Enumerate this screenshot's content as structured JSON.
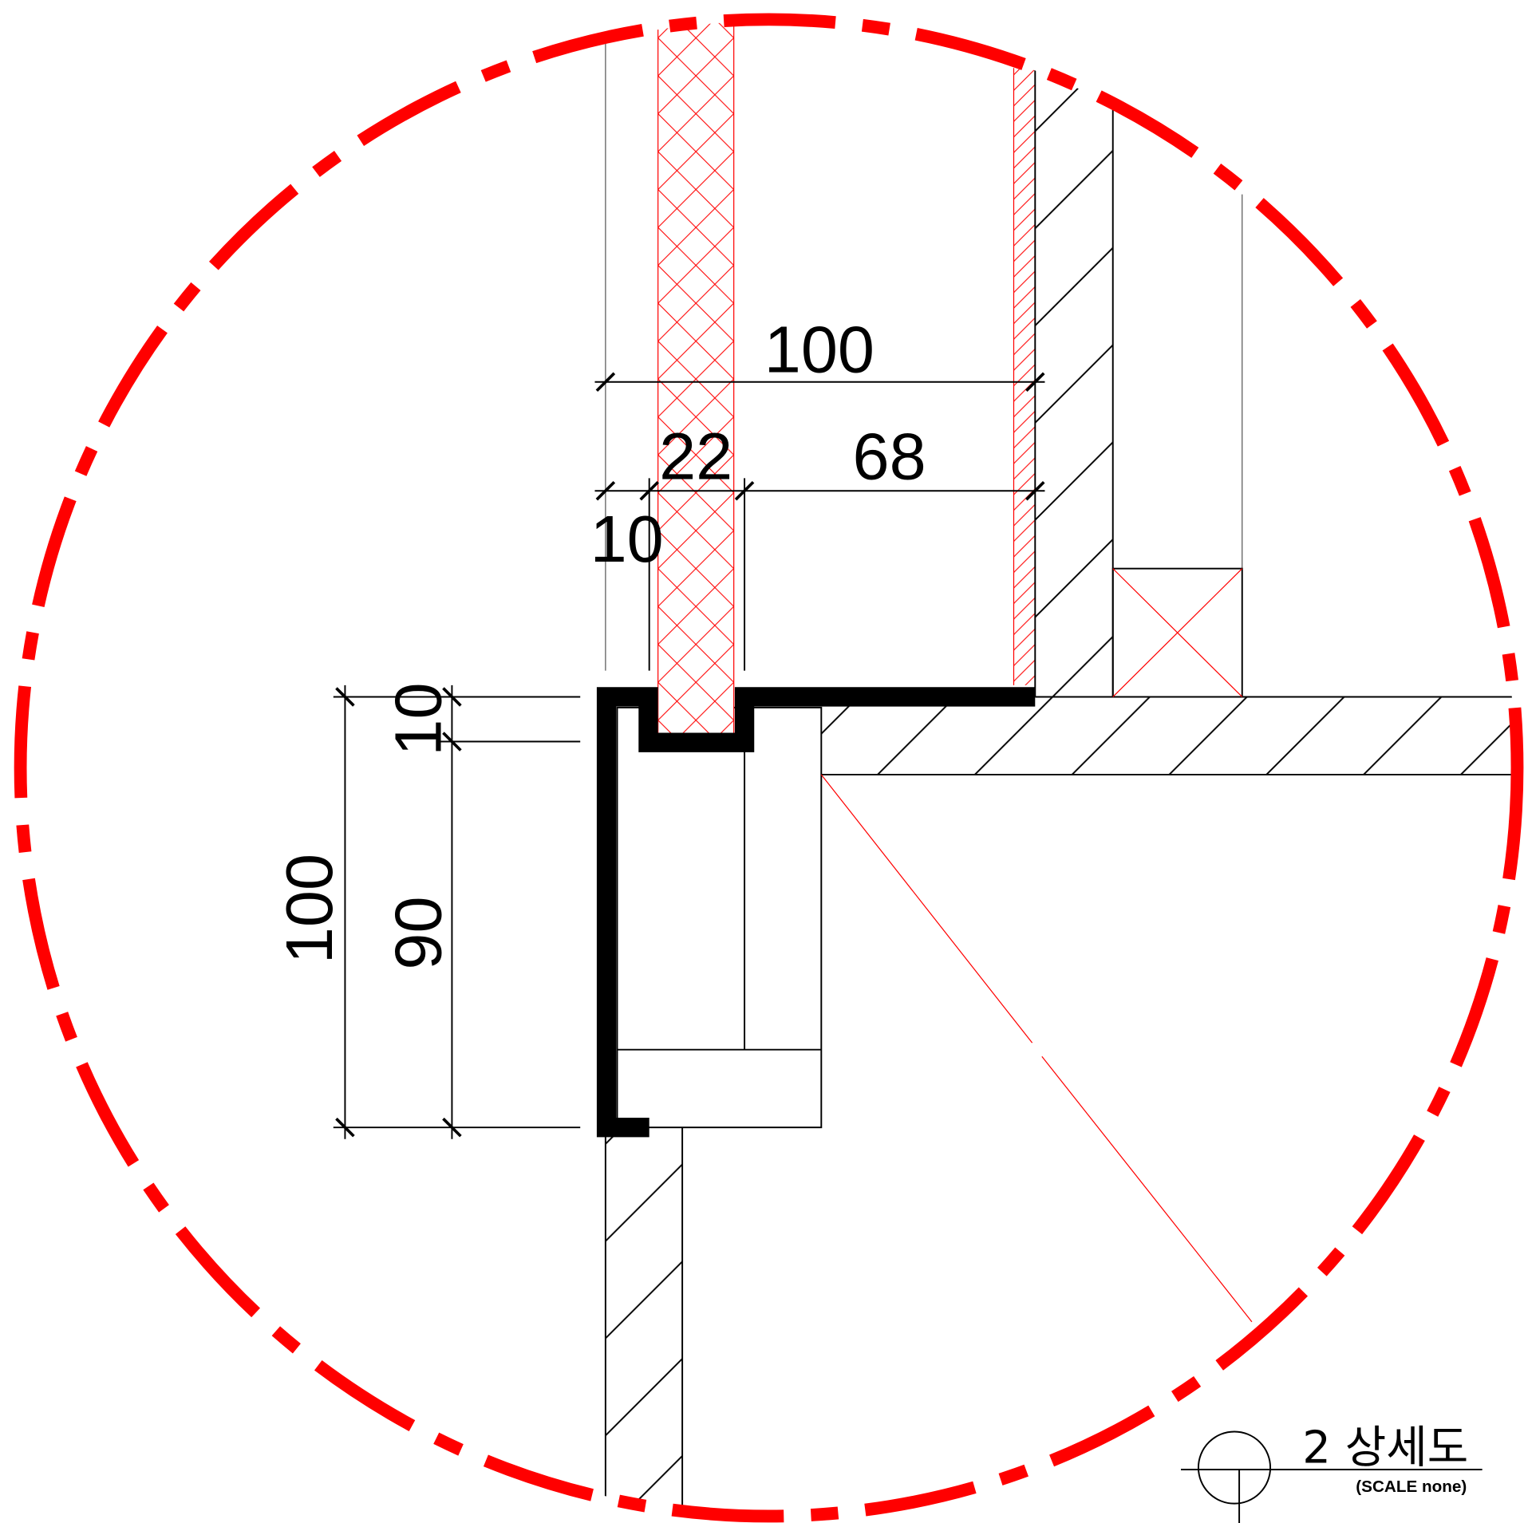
{
  "dimensions": {
    "top_total": "100",
    "top_segment_left": "10",
    "top_segment_mid": "22",
    "top_segment_right": "68",
    "left_total": "100",
    "left_segment_top": "10",
    "left_segment_bottom": "90"
  },
  "title_block": {
    "title": "2 상세도",
    "scale_note": "(SCALE none)"
  },
  "colors": {
    "line": "#000000",
    "accent": "#ff0000",
    "background": "#ffffff"
  }
}
